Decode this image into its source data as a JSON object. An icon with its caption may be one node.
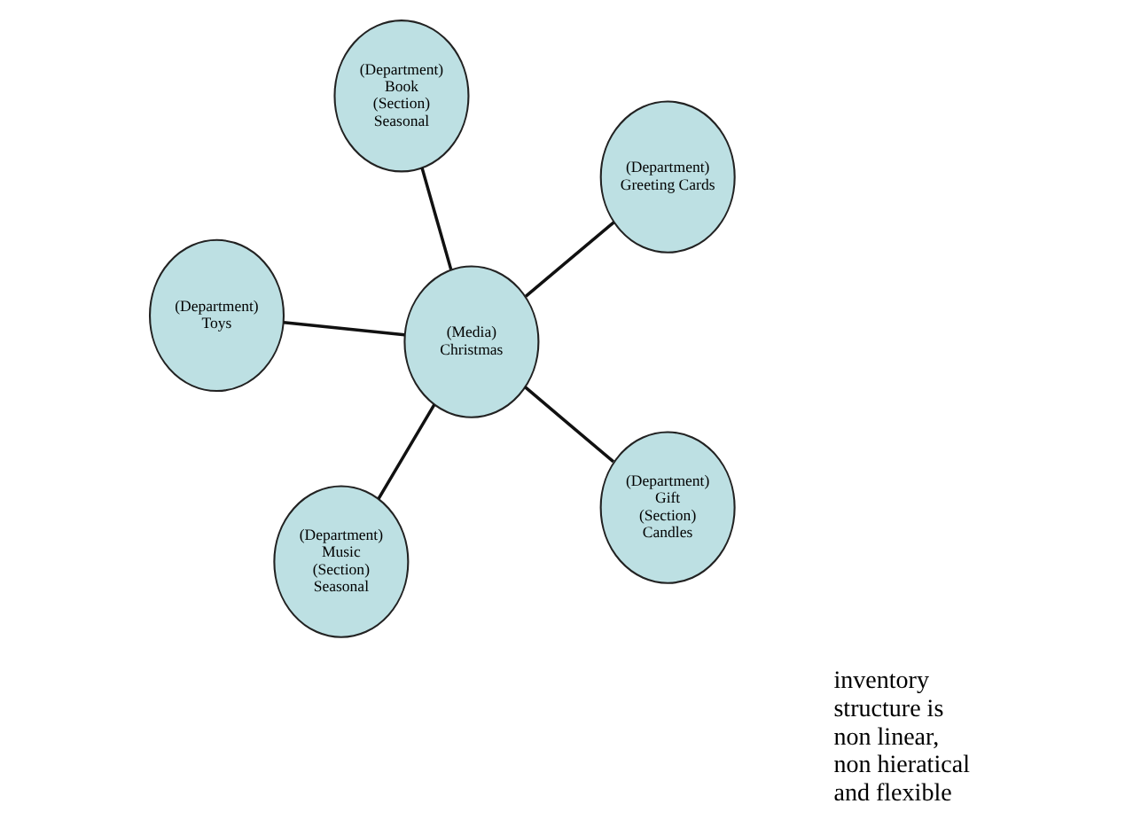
{
  "diagram": {
    "nodes": [
      {
        "text": [
          "(Department)",
          "Book",
          "(Section)",
          "Seasonal"
        ]
      },
      {
        "text": [
          "(Department)",
          "Gift",
          "(Section)",
          "Candles"
        ]
      },
      {
        "text": [
          "(Department)",
          "Music",
          "(Section)",
          "Seasonal"
        ]
      },
      {
        "text": [
          "(Media)",
          "Christmas"
        ]
      },
      {
        "text": [
          "(Department)",
          "Greeting Cards"
        ]
      },
      {
        "text": [
          "(Department)",
          "Toys"
        ]
      }
    ],
    "edges": [
      {
        "from": 3,
        "to": 0,
        "arrow": "none"
      },
      {
        "from": 3,
        "to": 1,
        "arrow": "none"
      },
      {
        "from": 3,
        "to": 2,
        "arrow": "none"
      },
      {
        "from": 3,
        "to": 4,
        "arrow": "none"
      },
      {
        "from": 3,
        "to": 5,
        "arrow": "none"
      }
    ],
    "labels": [
      "inventory structure is non linear, non hieratical and flexible"
    ]
  }
}
